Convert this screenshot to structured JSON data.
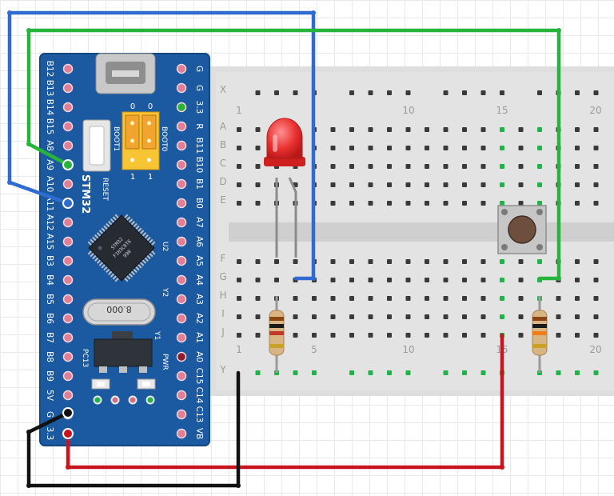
{
  "breadboard": {
    "column_numbers_top": [
      "1",
      "10",
      "15",
      "20"
    ],
    "column_numbers_bottom": [
      "1",
      "5",
      "10",
      "15",
      "20"
    ],
    "rows_upper": [
      "X",
      "A",
      "B",
      "C",
      "D",
      "E"
    ],
    "rows_lower": [
      "F",
      "G",
      "H",
      "I",
      "J",
      "Y"
    ]
  },
  "board": {
    "name": "STM32",
    "left_pins": [
      "B12",
      "B13",
      "B14",
      "B15",
      "A8",
      "A9",
      "A10",
      "A11",
      "A12",
      "A15",
      "B3",
      "B4",
      "B5",
      "B6",
      "B7",
      "B8",
      "B9",
      "5V",
      "G",
      "3.3"
    ],
    "right_pins": [
      "G",
      "G",
      "3.3",
      "R",
      "B11",
      "B10",
      "B1",
      "B0",
      "A7",
      "A6",
      "A5",
      "A4",
      "A3",
      "A2",
      "A1",
      "A0",
      "C15",
      "C14",
      "C13",
      "VB"
    ],
    "boot0_label": "BOOT0",
    "boot1_label": "BOOT1",
    "jumper_top_labels": [
      "0",
      "0"
    ],
    "jumper_bottom_labels": [
      "1",
      "1"
    ],
    "reset_label": "RESET",
    "crystal_label": "8.000",
    "y1_label": "Y1",
    "y2_label": "Y2",
    "u2_label": "U2",
    "pc13_label": "PC13",
    "pwr_label": "PWR",
    "chip_lines": [
      "STM32",
      "F103C8T6",
      "990"
    ]
  },
  "colors": {
    "wire_blue": "#2f6bd1",
    "wire_green": "#27b43a",
    "wire_red": "#c8141e",
    "wire_black": "#111111",
    "board": "#1b5aa0",
    "led": "#e83030"
  }
}
